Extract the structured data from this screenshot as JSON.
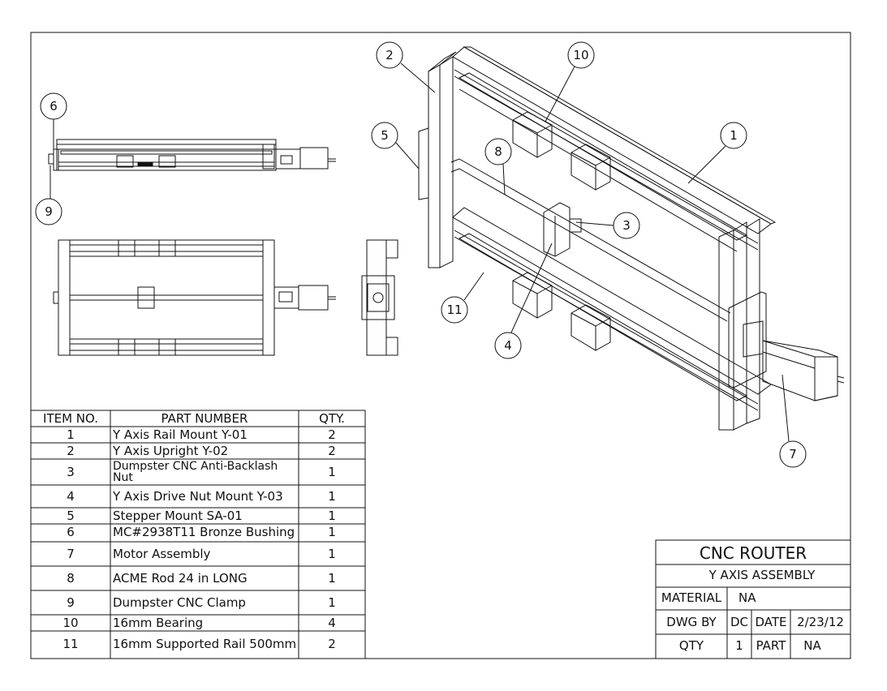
{
  "bom": {
    "headers": {
      "item": "ITEM NO.",
      "part": "PART NUMBER",
      "qty": "QTY."
    },
    "rows": [
      {
        "item": "1",
        "part": "Y Axis Rail Mount Y-01",
        "qty": "2"
      },
      {
        "item": "2",
        "part": "Y Axis Upright Y-02",
        "qty": "2"
      },
      {
        "item": "3",
        "part": "Dumpster CNC Anti-Backlash Nut",
        "qty": "1"
      },
      {
        "item": "4",
        "part": "Y Axis Drive Nut Mount Y-03",
        "qty": "1"
      },
      {
        "item": "5",
        "part": "Stepper Mount SA-01",
        "qty": "1"
      },
      {
        "item": "6",
        "part": "MC#2938T11 Bronze Bushing",
        "qty": "1"
      },
      {
        "item": "7",
        "part": "Motor Assembly",
        "qty": "1"
      },
      {
        "item": "8",
        "part": "ACME Rod 24 in LONG",
        "qty": "1"
      },
      {
        "item": "9",
        "part": "Dumpster CNC Clamp",
        "qty": "1"
      },
      {
        "item": "10",
        "part": "16mm Bearing",
        "qty": "4"
      },
      {
        "item": "11",
        "part": "16mm Supported Rail 500mm",
        "qty": "2"
      }
    ]
  },
  "title_block": {
    "title": "CNC ROUTER",
    "subtitle": "Y AXIS ASSEMBLY",
    "material_label": "MATERIAL",
    "material_value": "NA",
    "dwg_by_label": "DWG BY",
    "dwg_by_value": "DC",
    "date_label": "DATE",
    "date_value": "2/23/12",
    "qty_label": "QTY",
    "qty_value": "1",
    "part_label": "PART",
    "part_value": "NA"
  },
  "balloons": {
    "b1": "1",
    "b2": "2",
    "b3": "3",
    "b4": "4",
    "b5": "5",
    "b6": "6",
    "b7": "7",
    "b8": "8",
    "b9": "9",
    "b10": "10",
    "b11": "11"
  },
  "colors": {
    "line": "#111111",
    "paper": "#ffffff"
  }
}
